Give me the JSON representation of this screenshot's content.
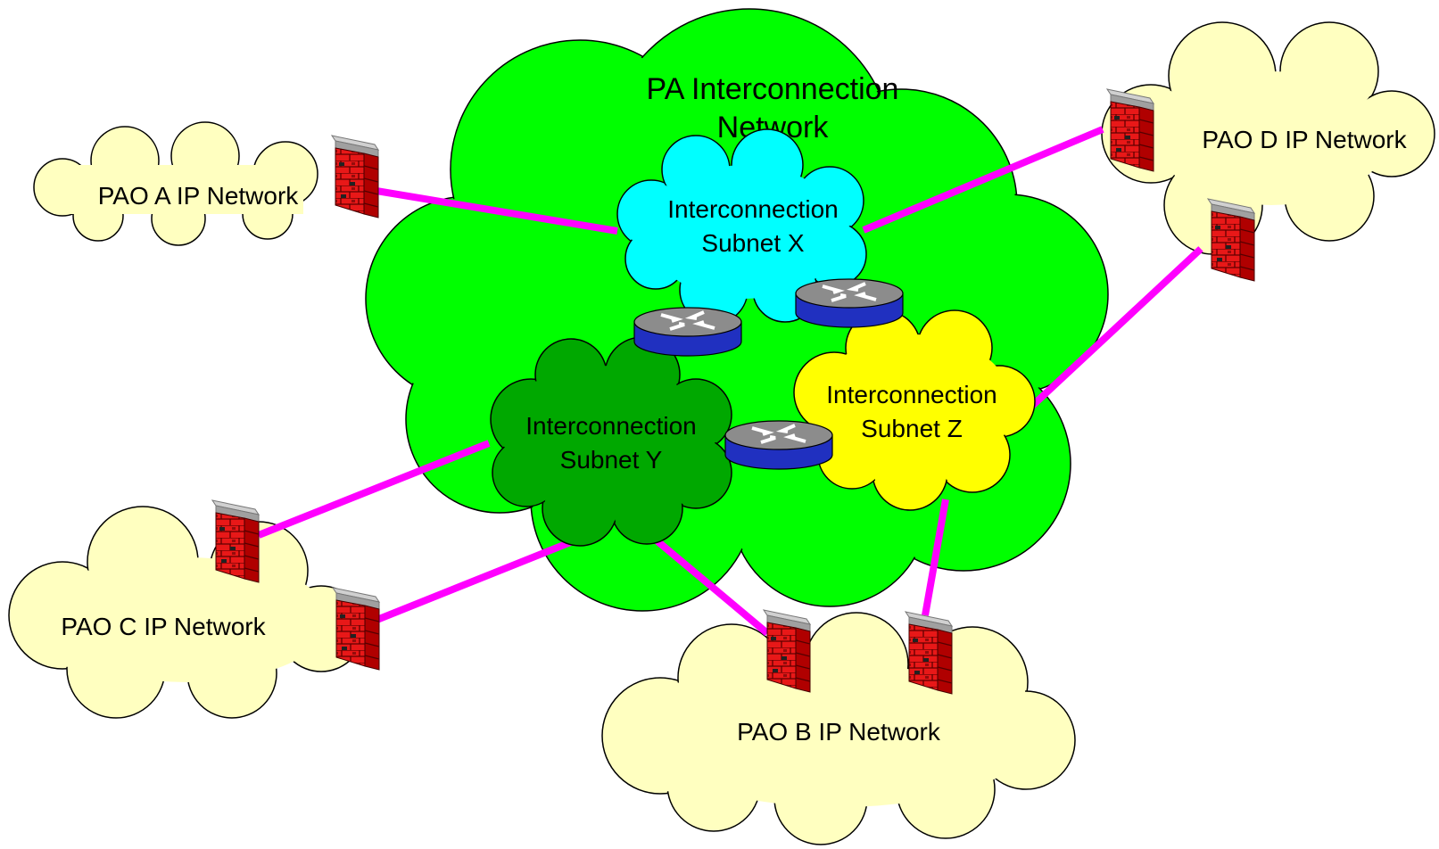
{
  "diagram": {
    "main_network": {
      "line1": "PA Interconnection",
      "line2": "Network",
      "color": "#00ff00"
    },
    "subnets": [
      {
        "id": "x",
        "line1": "Interconnection",
        "line2": "Subnet X",
        "color": "#00ffff"
      },
      {
        "id": "y",
        "line1": "Interconnection",
        "line2": "Subnet Y",
        "color": "#00a800"
      },
      {
        "id": "z",
        "line1": "Interconnection",
        "line2": "Subnet Z",
        "color": "#ffff00"
      }
    ],
    "pao_networks": [
      {
        "id": "a",
        "label": "PAO A IP Network"
      },
      {
        "id": "b",
        "label": "PAO B IP Network"
      },
      {
        "id": "c",
        "label": "PAO C IP Network"
      },
      {
        "id": "d",
        "label": "PAO D IP Network"
      }
    ],
    "colors": {
      "pao_cloud": "#ffffc0",
      "link": "#ff00ff",
      "firewall_brick": "#e01010",
      "router_body": "#2030c0",
      "router_top": "#909090"
    },
    "icons": [
      "firewall-icon",
      "router-icon"
    ]
  }
}
